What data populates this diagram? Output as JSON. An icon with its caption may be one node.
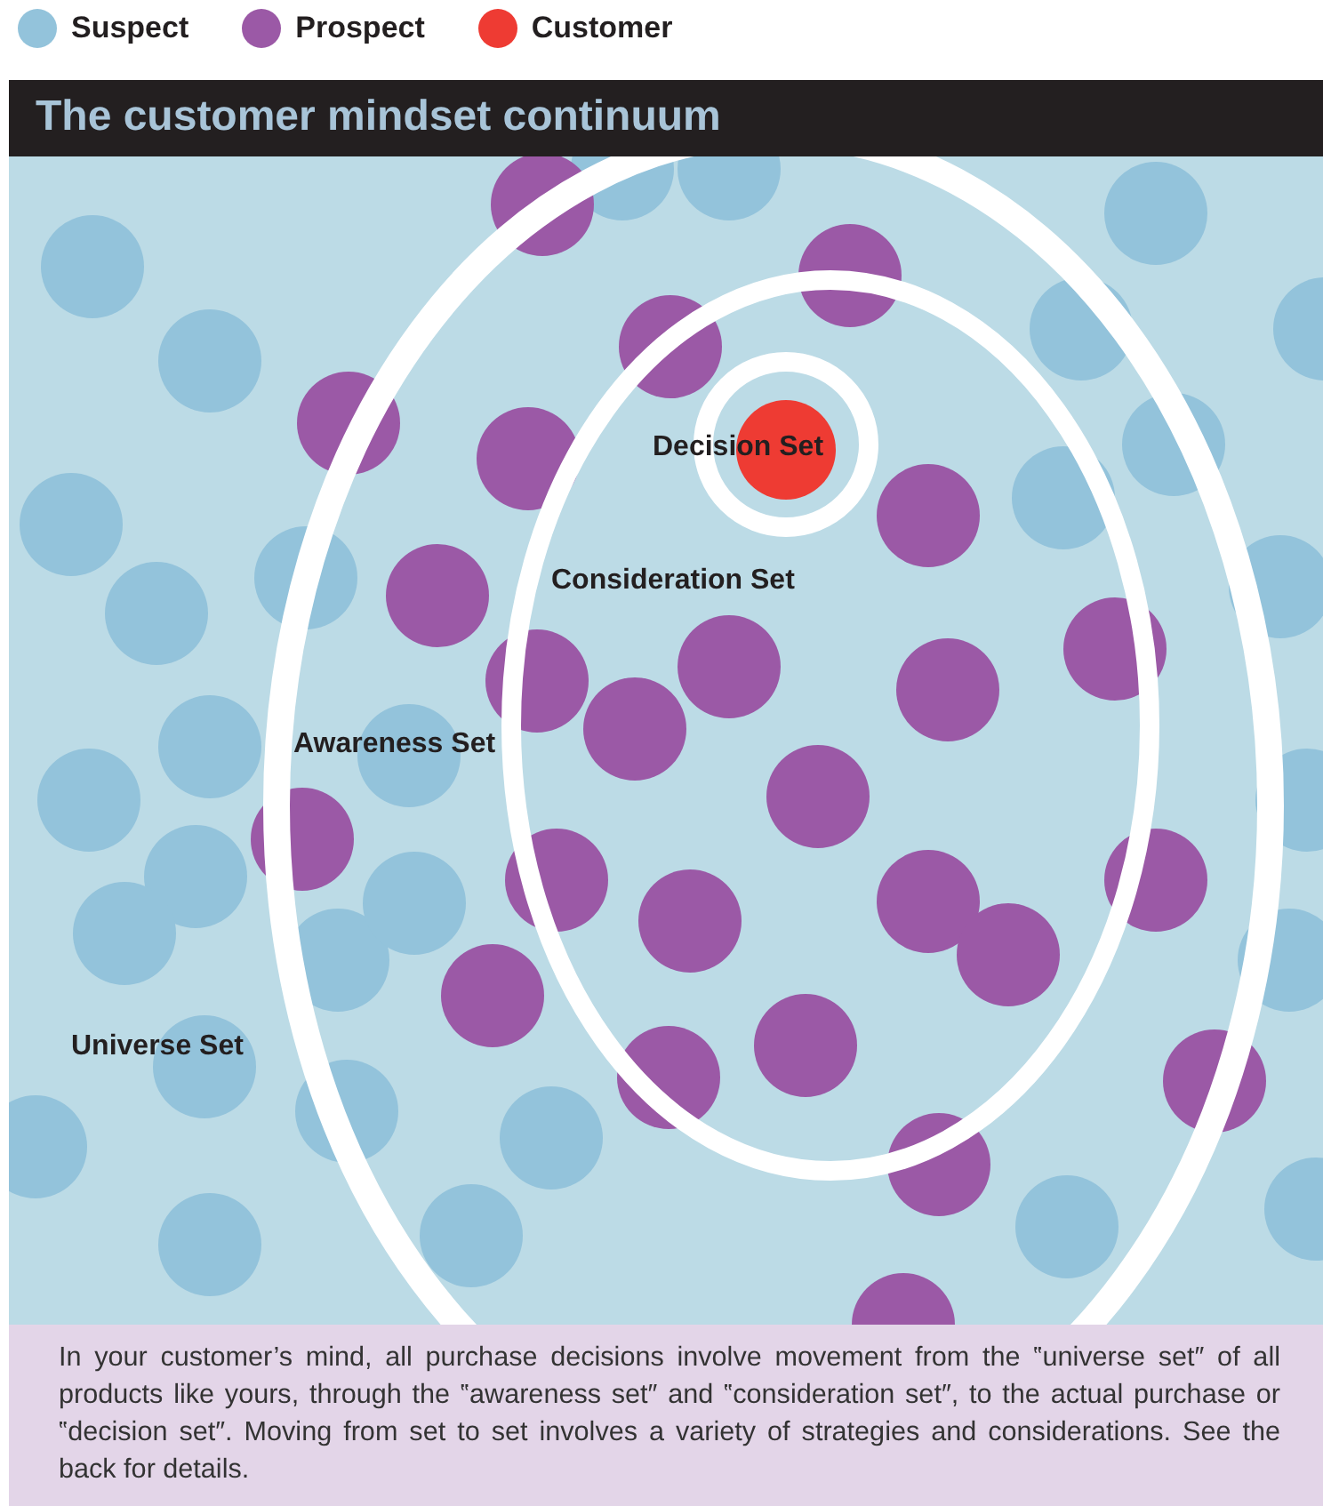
{
  "diagram": {
    "title": "The customer mindset continuum",
    "caption": "In your customer’s mind, all purchase decisions involve movement from the ‟universe set″ of all products like yours, through the ‟awareness set″ and ‟consideration set″, to the actual purchase or ‟decision set″. Moving from set to set involves a variety of strategies and considerations. See the back for details.",
    "nodes": [
      {
        "text": [
          "Universe Set"
        ]
      },
      {
        "text": [
          "Awareness Set"
        ],
        "in": 0
      },
      {
        "text": [
          "Consideration Set"
        ],
        "in": 1
      },
      {
        "text": [
          "Decision Set"
        ],
        "in": 2
      }
    ],
    "legend": [
      {
        "text": "Suspect",
        "color": "#93c3db"
      },
      {
        "text": "Prospect",
        "color": "#9b59a6"
      },
      {
        "text": "Customer",
        "color": "#ee3b33"
      }
    ]
  }
}
